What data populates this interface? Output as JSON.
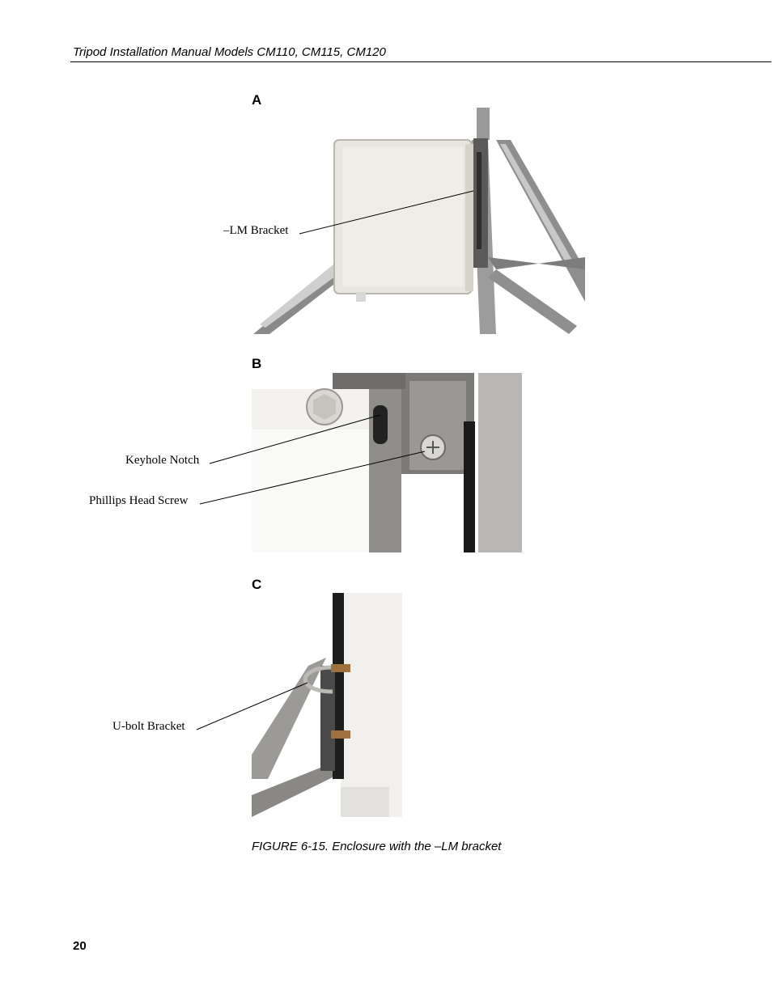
{
  "header": {
    "title": "Tripod Installation Manual Models CM110, CM115, CM120"
  },
  "figure": {
    "panels": [
      {
        "letter": "A",
        "callouts": [
          "–LM Bracket"
        ]
      },
      {
        "letter": "B",
        "callouts": [
          "Keyhole Notch",
          "Phillips Head Screw"
        ]
      },
      {
        "letter": "C",
        "callouts": [
          "U-bolt Bracket"
        ]
      }
    ],
    "caption": "FIGURE 6-15.  Enclosure with the –LM bracket"
  },
  "footer": {
    "page_number": "20"
  }
}
